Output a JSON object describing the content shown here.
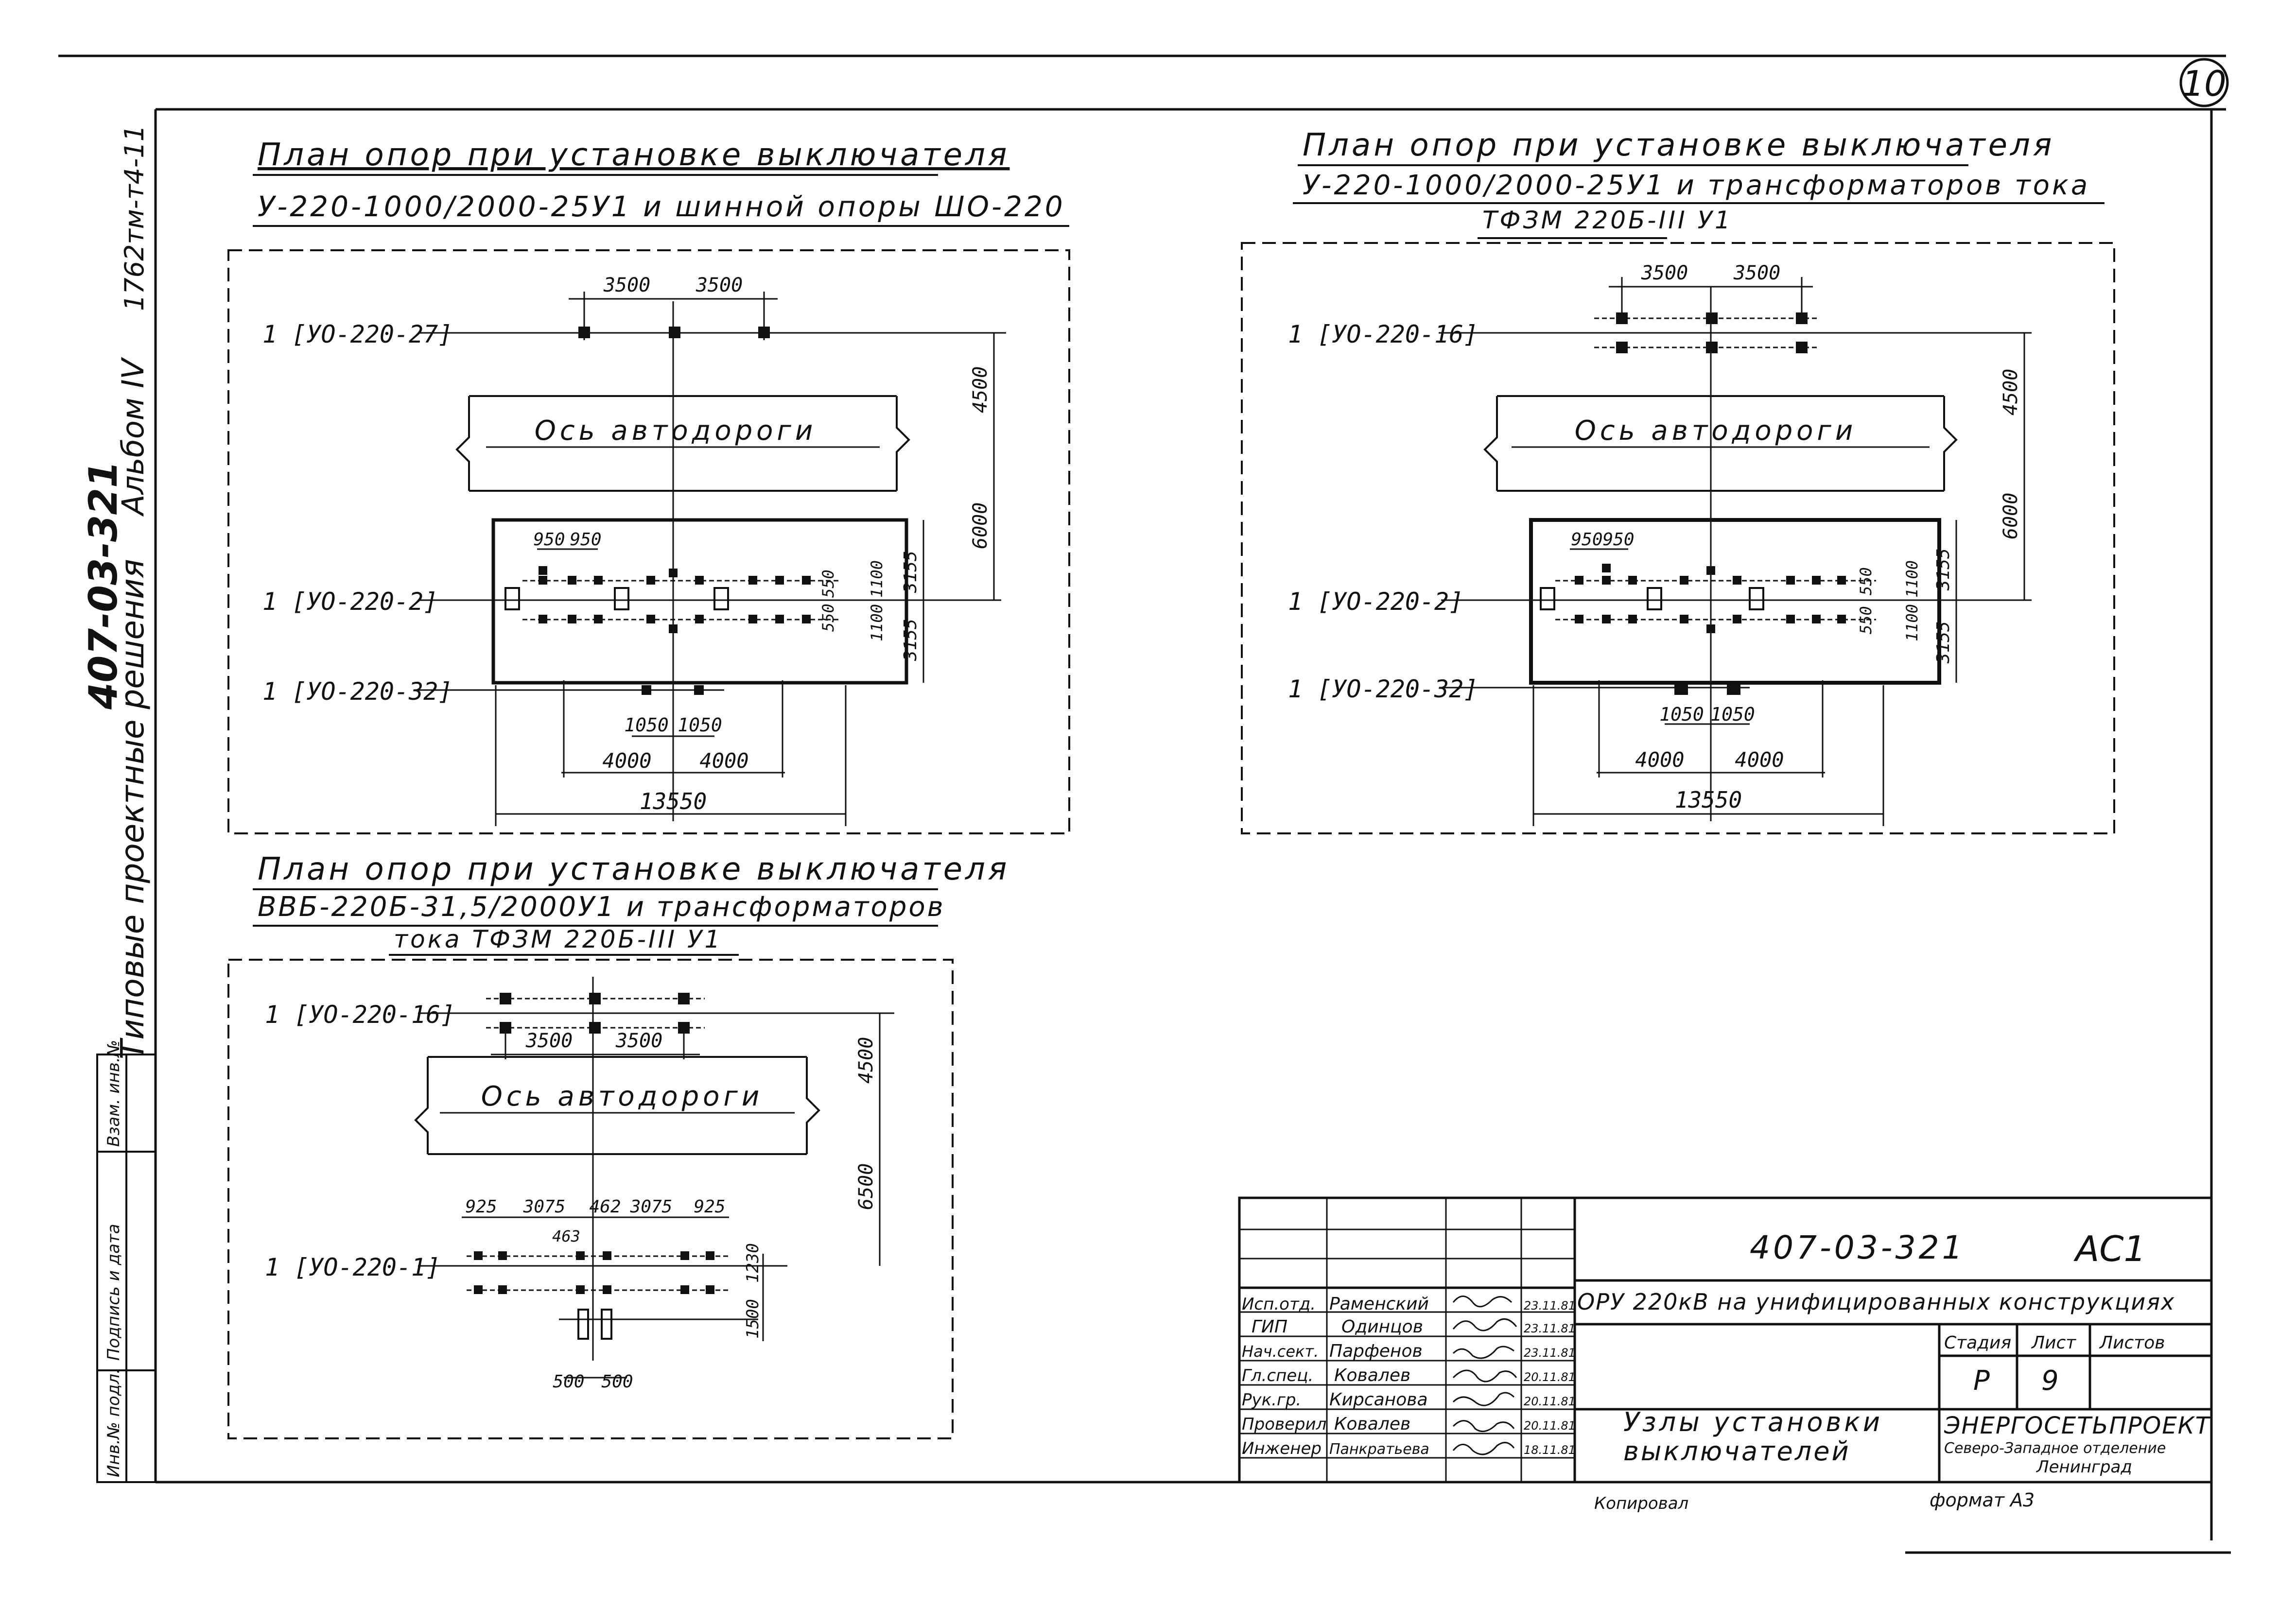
{
  "sheet": {
    "page_number": "10",
    "side_series": "Типовые проектные решения",
    "side_code": "407-03-321",
    "side_album": "Альбом IV",
    "side_ref": "1762тм-т4-11",
    "stamp_labels": [
      "Инв.№ подл.",
      "Подпись и дата",
      "Взам. инв.№"
    ]
  },
  "plan1": {
    "title1": "План опор при установке выключателя",
    "title2": "У-220-1000/2000-25У1 и шинной опоры ШО-220",
    "tag_top": "1 [УО-220-27]",
    "tag_mid": "1 [УО-220-2]",
    "tag_bot": "1 [УО-220-32]",
    "road": "Ось автодороги",
    "dim_3500a": "3500",
    "dim_3500b": "3500",
    "dim_4500": "4500",
    "dim_6000": "6000",
    "dim_950a": "950",
    "dim_950b": "950",
    "dim_3155a": "3155",
    "dim_3155b": "3155",
    "dim_1100a": "1100",
    "dim_1100b": "1100",
    "dim_550a": "550",
    "dim_550b": "550",
    "dim_1050a": "1050",
    "dim_1050b": "1050",
    "dim_4000a": "4000",
    "dim_4000b": "4000",
    "dim_13550": "13550"
  },
  "plan2": {
    "title1": "План опор при установке выключателя",
    "title2": "У-220-1000/2000-25У1 и трансформаторов тока",
    "title3": "ТФЗМ 220Б-III У1",
    "tag_top": "1 [УО-220-16]",
    "tag_mid": "1 [УО-220-2]",
    "tag_bot": "1 [УО-220-32]",
    "road": "Ось автодороги",
    "dim_3500a": "3500",
    "dim_3500b": "3500",
    "dim_4500": "4500",
    "dim_6000": "6000",
    "dim_950a": "950",
    "dim_950b": "950",
    "dim_3155a": "3155",
    "dim_3155b": "3155",
    "dim_1100a": "1100",
    "dim_1100b": "1100",
    "dim_550a": "550",
    "dim_550b": "550",
    "dim_1050a": "1050",
    "dim_1050b": "1050",
    "dim_4000a": "4000",
    "dim_4000b": "4000",
    "dim_13550": "13550"
  },
  "plan3": {
    "title1": "План опор при установке выключателя",
    "title2": "ВВБ-220Б-31,5/2000У1 и трансформаторов",
    "title3": "тока ТФЗМ 220Б-III У1",
    "tag_top": "1 [УО-220-16]",
    "tag_bot": "1 [УО-220-1]",
    "road": "Ось автодороги",
    "dim_3500a": "3500",
    "dim_3500b": "3500",
    "dim_4500": "4500",
    "dim_6500": "6500",
    "dim_925a": "925",
    "dim_3075a": "3075",
    "dim_462": "462",
    "dim_463": "463",
    "dim_3075b": "3075",
    "dim_925b": "925",
    "dim_1230": "1230",
    "dim_1500": "1500",
    "dim_500a": "500",
    "dim_500b": "500"
  },
  "title_block": {
    "doc_code": "407-03-321",
    "sheet_mark": "АС1",
    "project": "ОРУ 220кВ на унифицированных конструкциях",
    "drawing_name1": "Узлы установки",
    "drawing_name2": "выключателей",
    "col_stage": "Стадия",
    "col_sheet": "Лист",
    "col_sheets": "Листов",
    "stage": "Р",
    "sheet_no": "9",
    "org1": "ЭНЕРГОСЕТЬПРОЕКТ",
    "org2": "Северо-Западное отделение",
    "org3": "Ленинград",
    "copied": "Копировал",
    "format": "формат А3",
    "signatures": [
      {
        "role": "Исп.отд.",
        "name": "Раменский",
        "date": "23.11.81"
      },
      {
        "role": "ГИП",
        "name": "Одинцов",
        "date": "23.11.81"
      },
      {
        "role": "Нач.сект.",
        "name": "Парфенов",
        "date": "23.11.81"
      },
      {
        "role": "Гл.спец.",
        "name": "Ковалев",
        "date": "20.11.81"
      },
      {
        "role": "Рук.гр.",
        "name": "Кирсанова",
        "date": "20.11.81"
      },
      {
        "role": "Проверил",
        "name": "Ковалев",
        "date": "20.11.81"
      },
      {
        "role": "Инженер",
        "name": "Панкратьева",
        "date": "18.11.81"
      }
    ]
  }
}
